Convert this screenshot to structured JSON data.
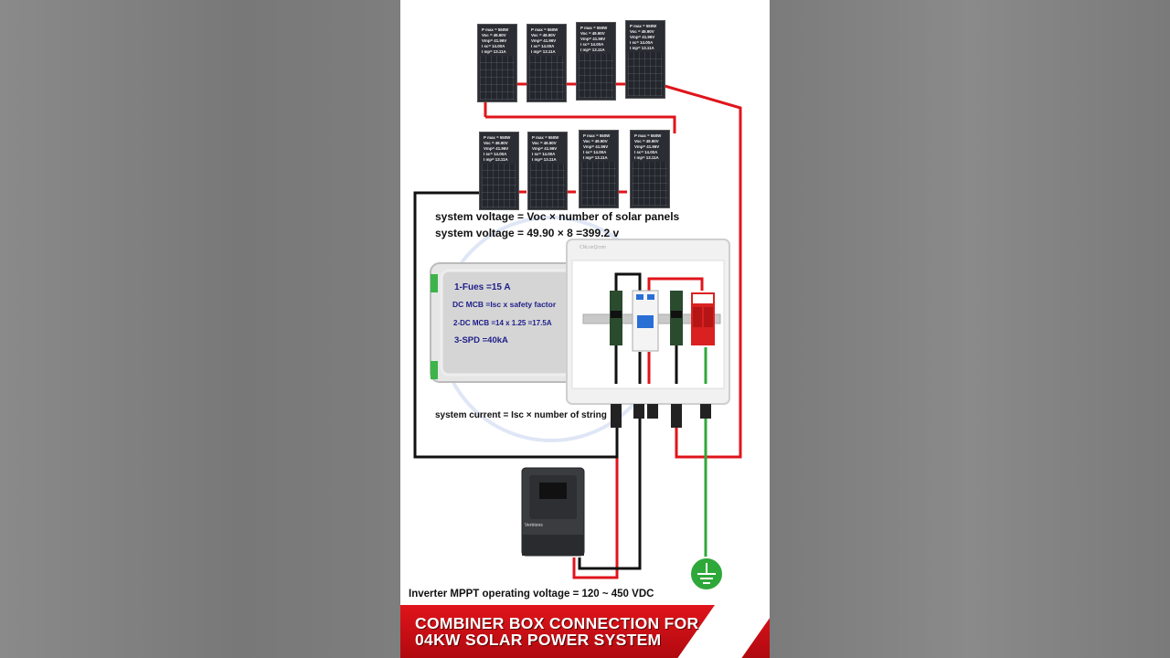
{
  "panels": {
    "spec_lines": [
      "P max = 550W",
      "Voc = 49.90V",
      "Vmp= 41.96V",
      "I sc= 14.00A",
      "I mp= 13.11A"
    ]
  },
  "labels": {
    "system_voltage_formula": "system voltage = Voc × number of  solar panels",
    "system_voltage_value": "system voltage = 49.90 × 8 =399.2 v",
    "fuse": "1-Fues =15 A",
    "dc_mcb_formula": "DC MCB =Isc x safety factor",
    "dc_mcb_value": "2-DC MCB =14 x 1.25 =17.5A",
    "spd": "3-SPD =40kA",
    "system_current": "system current = Isc × number of  string",
    "inverter_voltage": "Inverter MPPT operating voltage  = 120  ~ 450 VDC",
    "box_brand": "CNLonQcom",
    "inverter_brand": "Vertrions"
  },
  "banner": {
    "line1": "COMBINER BOX CONNECTION FOR",
    "line2": "04KW SOLAR POWER SYSTEM"
  },
  "colors": {
    "positive_wire": "#e0141b",
    "negative_wire": "#111111",
    "ground_wire": "#2fa83a",
    "label_text": "#1f1f8a",
    "banner": "#d8121a"
  }
}
